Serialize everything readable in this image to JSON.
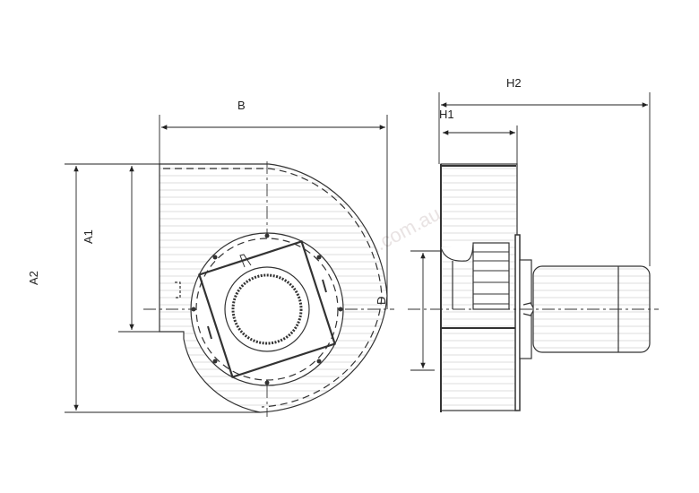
{
  "labels": {
    "b": "B",
    "a1": "A1",
    "a2": "A2",
    "d": "D",
    "h1": "H1",
    "h2": "H2"
  },
  "watermark": "machinesu.com.au",
  "colors": {
    "line": "#333333",
    "fill_stripes": "#f1f1f1"
  }
}
